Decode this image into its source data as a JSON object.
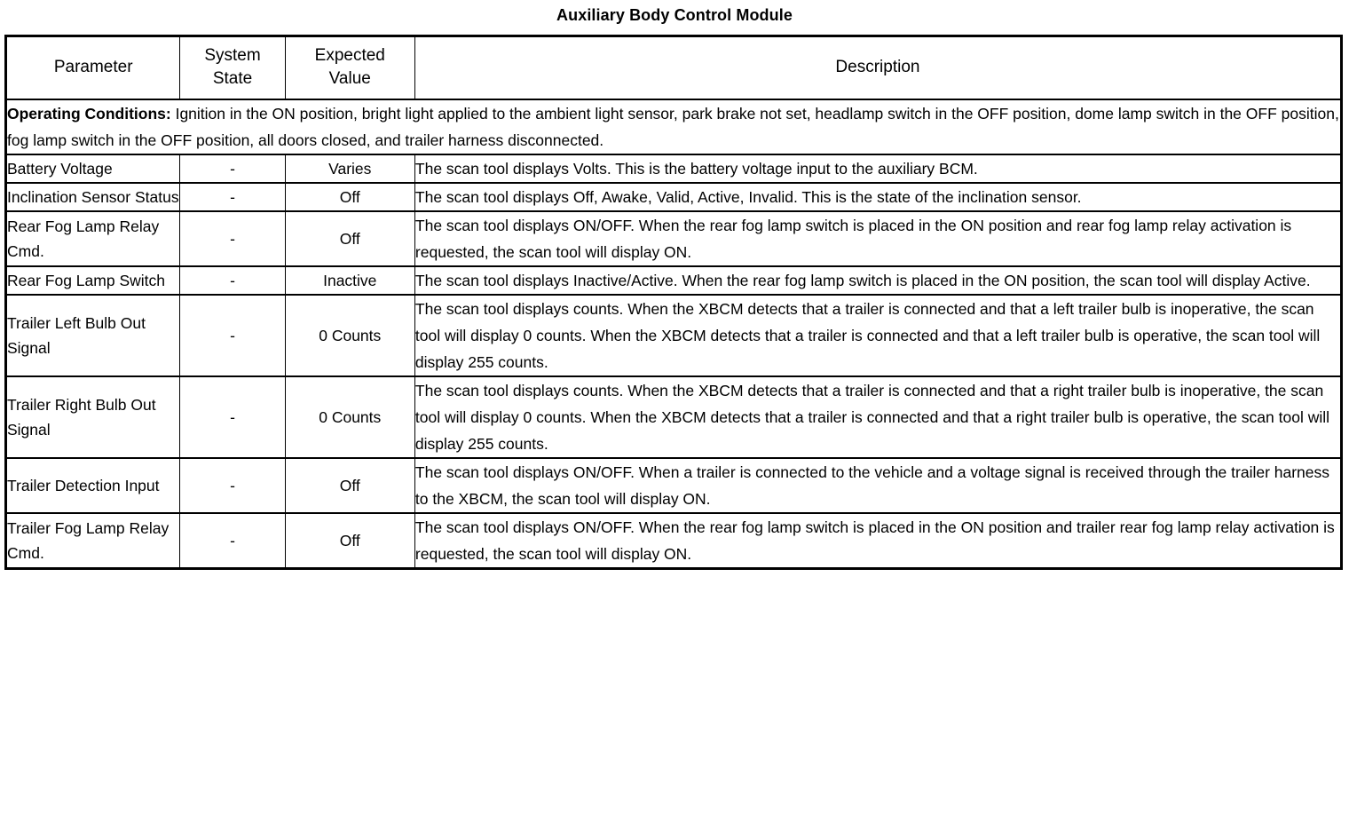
{
  "document": {
    "title": "Auxiliary Body Control Module"
  },
  "table": {
    "headers": {
      "parameter": "Parameter",
      "system_state_line1": "System",
      "system_state_line2": "State",
      "expected_value_line1": "Expected",
      "expected_value_line2": "Value",
      "description": "Description"
    },
    "operating_conditions": {
      "label": "Operating Conditions:",
      "text": " Ignition in the ON position, bright light applied to the ambient light sensor, park brake not set, headlamp switch in the OFF position, dome lamp switch in the OFF position, fog lamp switch in the OFF position, all doors closed, and trailer harness disconnected."
    },
    "rows": [
      {
        "parameter": "Battery Voltage",
        "system_state": "-",
        "expected_value": "Varies",
        "description": "The scan tool displays Volts. This is the battery voltage input to the auxiliary BCM."
      },
      {
        "parameter": "Inclination Sensor Status",
        "system_state": "-",
        "expected_value": "Off",
        "description": "The scan tool displays Off, Awake, Valid, Active, Invalid. This is the state of the inclination sensor."
      },
      {
        "parameter": "Rear Fog Lamp Relay Cmd.",
        "system_state": "-",
        "expected_value": "Off",
        "description": "The scan tool displays ON/OFF. When the rear fog lamp switch is placed in the ON position and rear fog lamp relay activation is requested, the scan tool will display ON."
      },
      {
        "parameter": "Rear Fog Lamp Switch",
        "system_state": "-",
        "expected_value": "Inactive",
        "description": "The scan tool displays Inactive/Active. When the rear fog lamp switch is placed in the ON position, the scan tool will display Active."
      },
      {
        "parameter": "Trailer Left Bulb Out Signal",
        "system_state": "-",
        "expected_value": "0 Counts",
        "description": "The scan tool displays counts. When the XBCM detects that a trailer is connected and that a left trailer bulb is inoperative, the scan tool will display 0 counts. When the XBCM detects that a trailer is connected and that a left trailer bulb is operative, the scan tool will display 255 counts."
      },
      {
        "parameter": "Trailer Right Bulb Out Signal",
        "system_state": "-",
        "expected_value": "0 Counts",
        "description": "The scan tool displays counts. When the XBCM detects that a trailer is connected and that a right trailer bulb is inoperative, the scan tool will display 0 counts. When the XBCM detects that a trailer is connected and that a right trailer bulb is operative, the scan tool will display 255 counts."
      },
      {
        "parameter": "Trailer Detection Input",
        "system_state": "-",
        "expected_value": "Off",
        "description": "The scan tool displays ON/OFF. When a trailer is connected to the vehicle and a voltage signal is received through the trailer harness to the XBCM, the scan tool will display ON."
      },
      {
        "parameter": "Trailer Fog Lamp Relay Cmd.",
        "system_state": "-",
        "expected_value": "Off",
        "description": "The scan tool displays ON/OFF. When the rear fog lamp switch is placed in the ON position and trailer rear fog lamp relay activation is requested, the scan tool will display ON."
      }
    ]
  },
  "colors": {
    "text": "#000000",
    "background": "#ffffff",
    "border": "#000000"
  }
}
